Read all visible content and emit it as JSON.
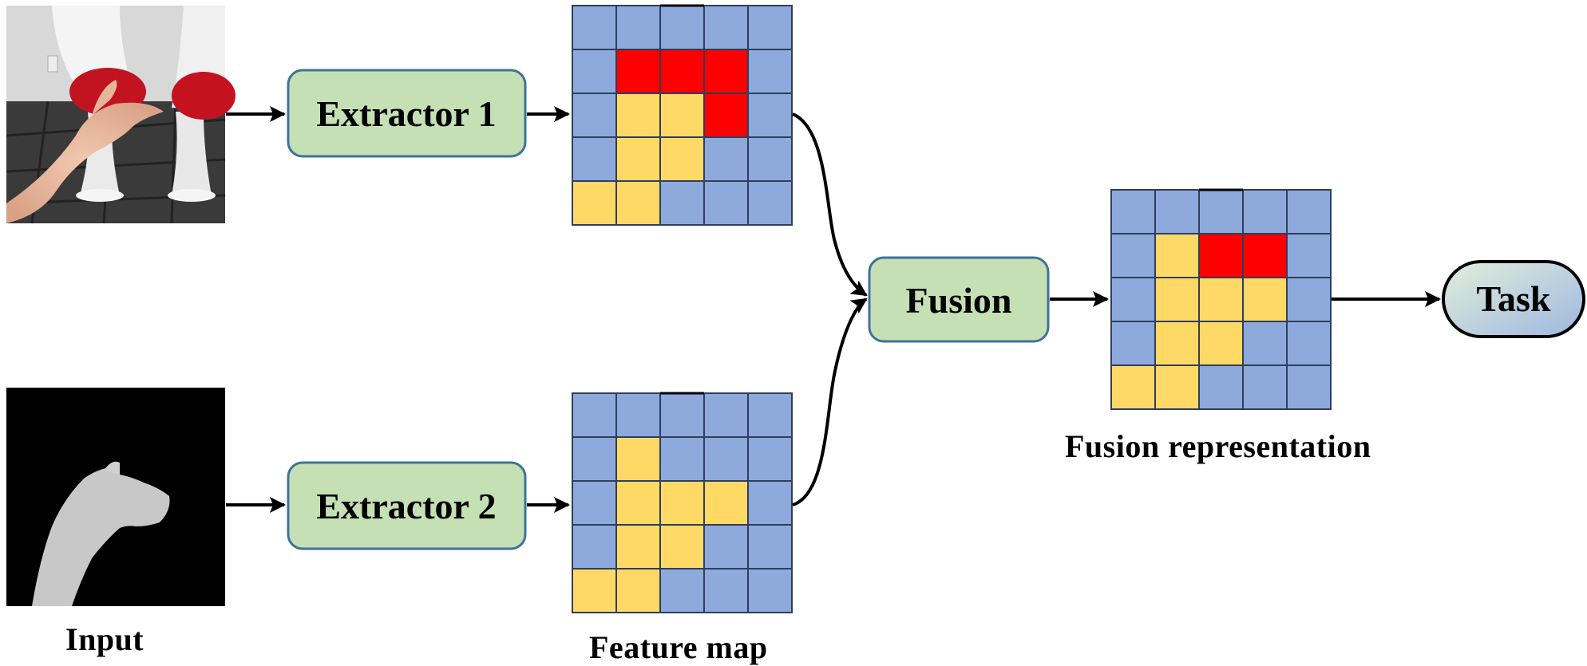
{
  "nodes": {
    "extractor_1": "Extractor 1",
    "extractor_2": "Extractor 2",
    "fusion": "Fusion",
    "task": "Task"
  },
  "captions": {
    "input": "Input",
    "feature_map": "Feature map",
    "fusion_representation": "Fusion representation"
  },
  "images": {
    "rgb_input": "photo of a hand above red-seat chairs",
    "depth_input": "depth image of a hand silhouette"
  },
  "grids": {
    "feature_map_1": [
      [
        "b",
        "b",
        "b",
        "b",
        "b"
      ],
      [
        "b",
        "r",
        "r",
        "r",
        "b"
      ],
      [
        "b",
        "y",
        "y",
        "r",
        "b"
      ],
      [
        "b",
        "y",
        "y",
        "b",
        "b"
      ],
      [
        "y",
        "y",
        "b",
        "b",
        "b"
      ]
    ],
    "feature_map_2": [
      [
        "b",
        "b",
        "b",
        "b",
        "b"
      ],
      [
        "b",
        "y",
        "b",
        "b",
        "b"
      ],
      [
        "b",
        "y",
        "y",
        "y",
        "b"
      ],
      [
        "b",
        "y",
        "y",
        "b",
        "b"
      ],
      [
        "y",
        "y",
        "b",
        "b",
        "b"
      ]
    ],
    "fusion_representation": [
      [
        "b",
        "b",
        "b",
        "b",
        "b"
      ],
      [
        "b",
        "y",
        "r",
        "r",
        "b"
      ],
      [
        "b",
        "y",
        "y",
        "y",
        "b"
      ],
      [
        "b",
        "y",
        "y",
        "b",
        "b"
      ],
      [
        "y",
        "y",
        "b",
        "b",
        "b"
      ]
    ]
  },
  "colors": {
    "cell_blue": "#8EA9DB",
    "cell_yellow": "#FFD966",
    "cell_red": "#FF0000",
    "grid_line": "#2F3E5A",
    "box_fill": "#C5E0B4",
    "box_stroke": "#41719C",
    "task_fill": "#9DC3E6",
    "arrow": "#000000"
  }
}
